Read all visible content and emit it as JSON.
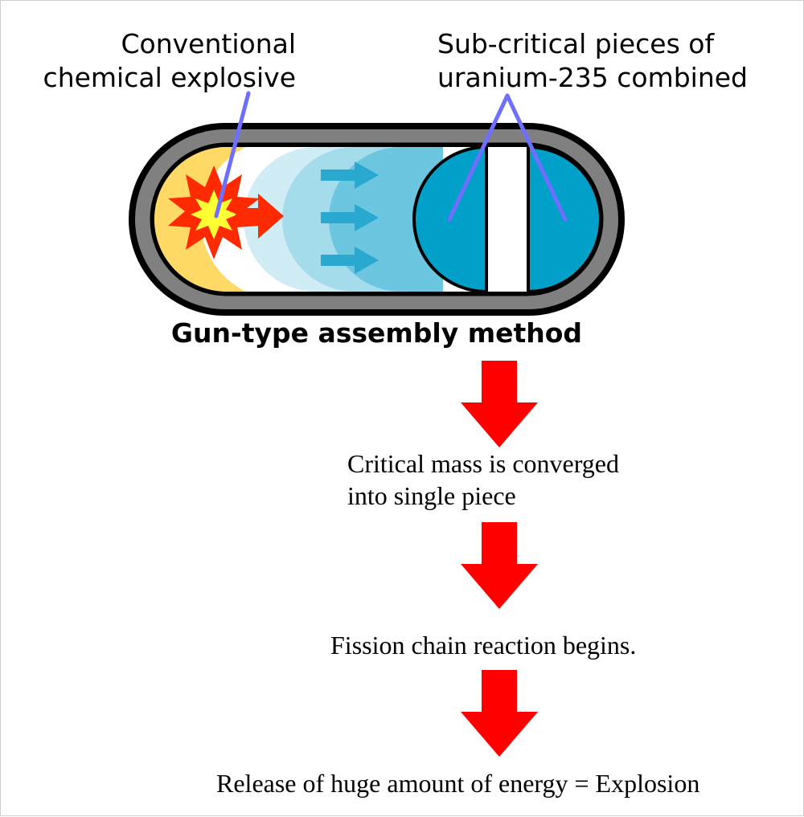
{
  "labels": {
    "explosive_line1": "Conventional",
    "explosive_line2": "chemical explosive",
    "uranium_line1": "Sub-critical pieces of",
    "uranium_line2": "uranium-235 combined"
  },
  "title": "Gun-type assembly method",
  "flow": {
    "step1_line1": "Critical mass is converged",
    "step1_line2": "into single piece",
    "step2": "Fission chain reaction begins.",
    "step3": "Release of huge amount of energy = Explosion"
  },
  "colors": {
    "casing_outer": "#000000",
    "casing_gray": "#808080",
    "explosive_fill": "#ffd966",
    "burst_red": "#ff2a00",
    "burst_yellow": "#ffff33",
    "uranium_blue": "#00a0c8",
    "motion_blue": "#29a9d0",
    "pointer_line": "#6f6fff",
    "flow_arrow_red": "#ff0000"
  }
}
